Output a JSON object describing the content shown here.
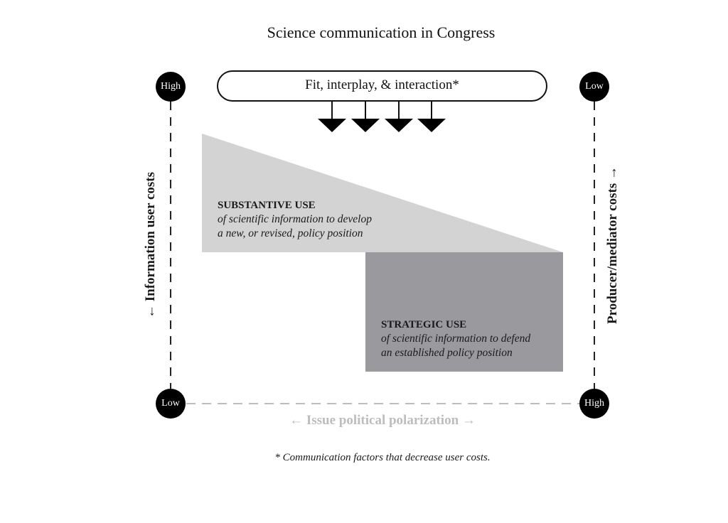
{
  "title": "Science communication in Congress",
  "top_box": {
    "label": "Fit, interplay, & interaction*",
    "arrow_count": 4,
    "arrow_icon": "down-triangle-arrow"
  },
  "corners": {
    "top_left": "High",
    "top_right": "Low",
    "bottom_left": "Low",
    "bottom_right": "High"
  },
  "regions": {
    "substantive": {
      "heading": "SUBSTANTIVE USE",
      "line1": "of scientific information to develop",
      "line2": "a new, or revised, policy position",
      "color": "#d3d3d3"
    },
    "strategic": {
      "heading": "STRATEGIC USE",
      "line1": "of scientific information to defend",
      "line2": "an established policy position",
      "color": "#9a999d"
    }
  },
  "axes": {
    "left": "← Information user costs",
    "right": "Producer/mediator costs →",
    "bottom": "← Issue political polarization →"
  },
  "footnote": "* Communication factors that decrease user costs.",
  "colors": {
    "node": "#000000",
    "bottom_axis_line": "#bdbdbd",
    "side_axis_line": "#222222"
  }
}
